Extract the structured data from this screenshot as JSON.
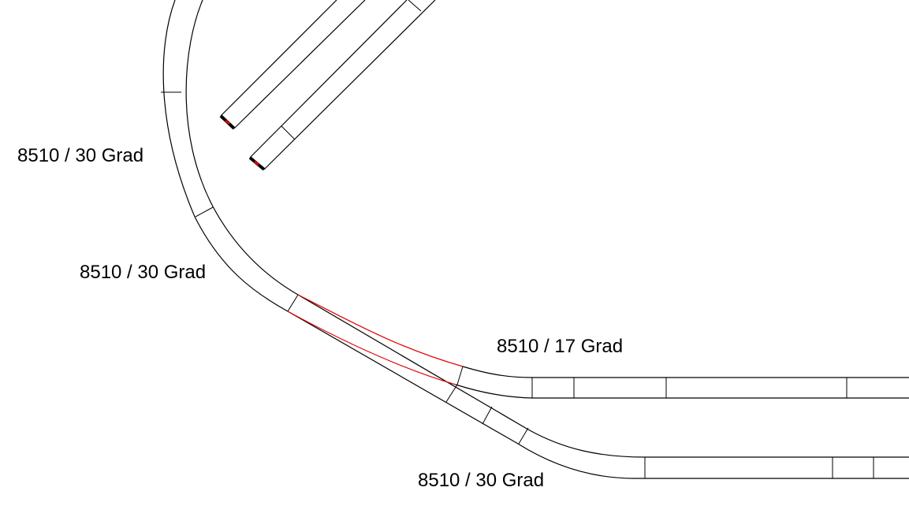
{
  "labels": [
    {
      "text": "8510 / 30 Grad"
    },
    {
      "text": "8510 / 30 Grad"
    },
    {
      "text": "8510 / 17 Grad"
    },
    {
      "text": "8510 / 30 Grad"
    }
  ],
  "colors": {
    "rail": "#000000",
    "turnout_highlight": "#e00000",
    "end_cap": "#000000",
    "end_cap_marker": "#e00000"
  }
}
